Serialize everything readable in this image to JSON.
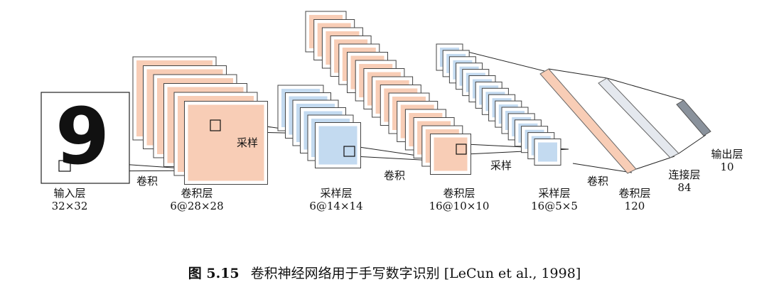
{
  "layers": {
    "input": {
      "name": "输入层",
      "size": "32×32"
    },
    "c1": {
      "name": "卷积层",
      "size": "6@28×28"
    },
    "s2": {
      "name": "采样层",
      "size": "6@14×14"
    },
    "c3": {
      "name": "卷积层",
      "size": "16@10×10"
    },
    "s4": {
      "name": "采样层",
      "size": "16@5×5"
    },
    "c5": {
      "name": "卷积层",
      "size": "120"
    },
    "f6": {
      "name": "连接层",
      "size": "84"
    },
    "output": {
      "name": "输出层",
      "size": "10"
    }
  },
  "operations": {
    "conv1": "卷积",
    "sample1": "采样",
    "conv2": "卷积",
    "sample2": "采样",
    "conv3": "卷积"
  },
  "digit": "9",
  "caption": {
    "number": "图 5.15",
    "text": "卷积神经网络用于手写数字识别 [LeCun et al., 1998]"
  },
  "colors": {
    "conv": "#f8cdb6",
    "pool": "#c3daf0",
    "fc": "#e4e8ee",
    "out": "#8a929c"
  }
}
